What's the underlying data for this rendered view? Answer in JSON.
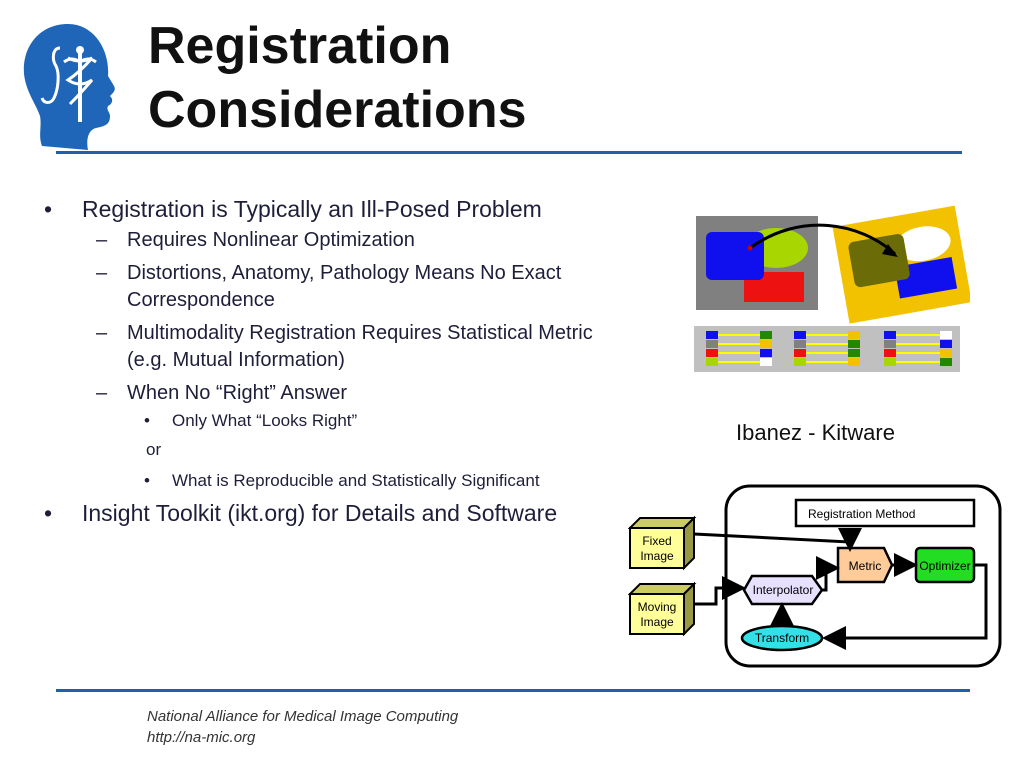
{
  "title": [
    "Registration",
    "Considerations"
  ],
  "bullets": [
    {
      "text": "Registration is Typically an Ill-Posed Problem",
      "sub": [
        "Requires Nonlinear Optimization",
        "Distortions, Anatomy, Pathology Means No Exact Correspondence",
        "Multimodality Registration Requires Statistical Metric (e.g. Mutual Information)",
        "When No “Right” Answer"
      ],
      "sub4_children": {
        "item1": "Only What “Looks Right”",
        "or": "or",
        "item2": "What is Reproducible and Statistically Significant"
      }
    },
    {
      "text": "Insight Toolkit (ikt.org) for Details and Software"
    }
  ],
  "bullet_char": "•",
  "dash_char": "–",
  "caption": "Ibanez - Kitware",
  "diagram": {
    "method_label": "Registration Method",
    "fixed_image": [
      "Fixed",
      "Image"
    ],
    "moving_image": [
      "Moving",
      "Image"
    ],
    "metric": "Metric",
    "optimizer": "Optimizer",
    "interpolator": "Interpolator",
    "transform": "Transform"
  },
  "footer": {
    "line1": "National Alliance for Medical Image Computing",
    "line2": "http://na-mic.org"
  },
  "colors": {
    "rule": "#1f5fae",
    "logo": "#1f66b8",
    "metric": "#ffcc99",
    "optimizer": "#22dd22",
    "interpolator": "#e8e0ff",
    "transform": "#33e0e8",
    "image_block": "#ffff99"
  }
}
